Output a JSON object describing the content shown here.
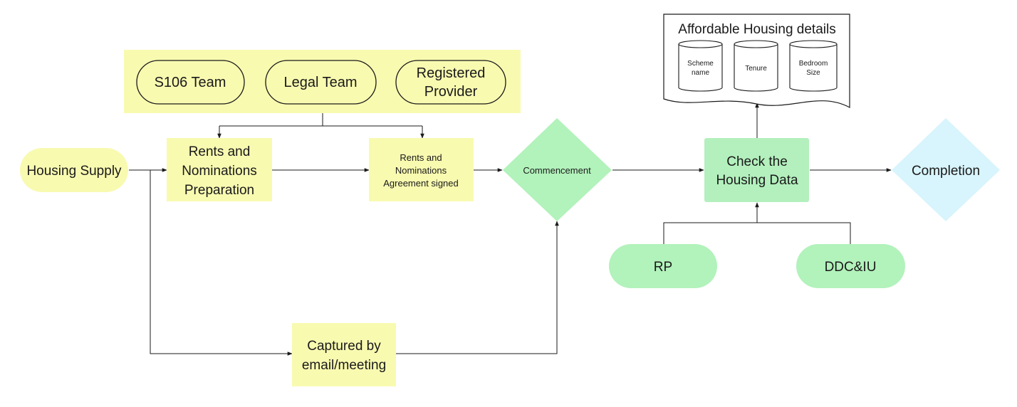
{
  "nodes": {
    "housing_supply": "Housing Supply",
    "s106_team": "S106 Team",
    "legal_team": "Legal Team",
    "registered_provider": [
      "Registered",
      "Provider"
    ],
    "rents_prep": [
      "Rents and",
      "Nominations",
      "Preparation"
    ],
    "rents_signed": [
      "Rents and",
      "Nominations",
      "Agreement signed"
    ],
    "commencement": "Commencement",
    "captured": [
      "Captured by",
      "email/meeting"
    ],
    "check_data": [
      "Check the",
      "Housing Data"
    ],
    "completion": "Completion",
    "rp": "RP",
    "ddc_iu": "DDC&IU",
    "affordable_title": "Affordable Housing details",
    "scheme_name": [
      "Scheme",
      "name"
    ],
    "tenure": "Tenure",
    "bedroom_size": [
      "Bedroom",
      "Size"
    ]
  },
  "colors": {
    "yellow": "#f8fab0",
    "green": "#b2f2bb",
    "green_box": "#b3f0bd",
    "light_blue": "#d8f4fc",
    "stroke": "#1a1a1a"
  }
}
